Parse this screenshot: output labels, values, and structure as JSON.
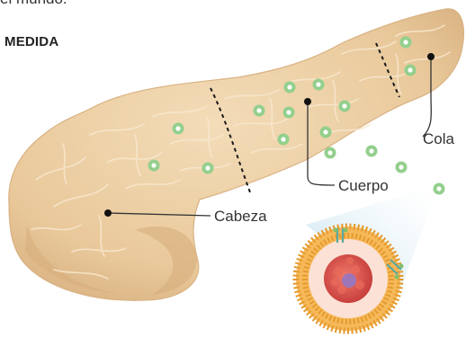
{
  "header": {
    "top_text": "el mundo.",
    "section_title": "MEDIDA"
  },
  "diagram": {
    "labels": {
      "tail": "Cola",
      "body": "Cuerpo",
      "head": "Cabeza"
    }
  },
  "colors": {
    "organ_fill": "#eccfa4",
    "organ_shadow": "#d7b07e",
    "organ_line": "#f7e6cb",
    "islet_outer": "#8fcd8a",
    "islet_inner": "#ffffff",
    "callout_line": "#333333",
    "membrane_outer": "#f2a53a",
    "cell_interior": "#fbe0d7",
    "nucleus": "#d84848",
    "nucleolus": "#9a73b6",
    "zoom_cone": "#d6ecf4"
  },
  "icons": [
    "islet-cell-dot",
    "cell-membrane-diagram",
    "zoom-cone"
  ]
}
